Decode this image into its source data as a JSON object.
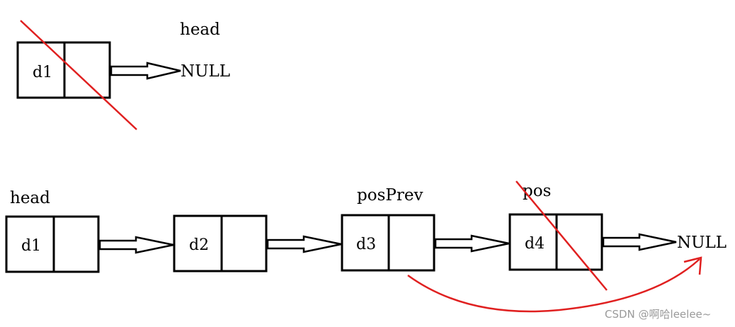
{
  "colors": {
    "box_stroke": "#000000",
    "arrow_fill": "#ffffff",
    "deletion_mark": "#e02020",
    "watermark": "#9a9a9a"
  },
  "top_list": {
    "head_label": "head",
    "nodes": [
      {
        "data": "d1",
        "crossed_out": true
      }
    ],
    "terminator": "NULL"
  },
  "bottom_list": {
    "head_label": "head",
    "pos_prev_label": "posPrev",
    "pos_label": "pos",
    "nodes": [
      {
        "data": "d1",
        "crossed_out": false
      },
      {
        "data": "d2",
        "crossed_out": false
      },
      {
        "data": "d3",
        "crossed_out": false
      },
      {
        "data": "d4",
        "crossed_out": true
      }
    ],
    "terminator": "NULL"
  },
  "watermark": "CSDN @啊哈leelee~"
}
